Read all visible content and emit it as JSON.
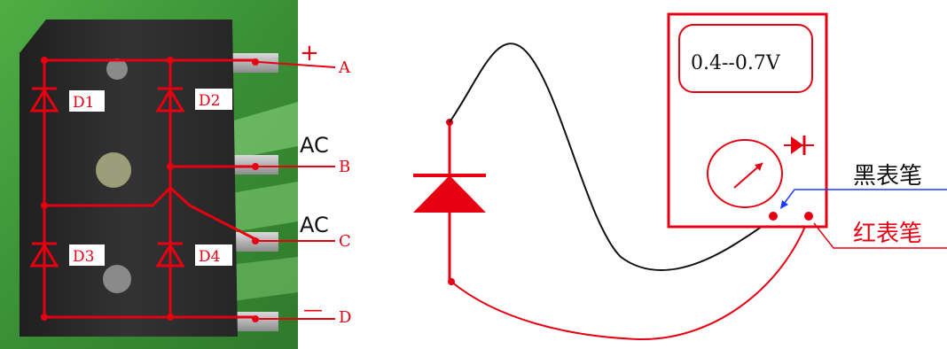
{
  "bridge": {
    "diodes": [
      "D1",
      "D2",
      "D3",
      "D4"
    ],
    "terminals": [
      {
        "letter": "A",
        "sign": "+"
      },
      {
        "letter": "B",
        "sign": "AC"
      },
      {
        "letter": "C",
        "sign": "AC"
      },
      {
        "letter": "D",
        "sign": "—"
      }
    ]
  },
  "meter": {
    "display": "0.4--0.7V"
  },
  "probes": {
    "black": "黑表笔",
    "red": "红表笔"
  },
  "colors": {
    "red": "#e60012",
    "black": "#111111",
    "blue": "#1a3cff",
    "pcb_green": "#3f9a3a",
    "body_dark": "#2a2a2a"
  }
}
